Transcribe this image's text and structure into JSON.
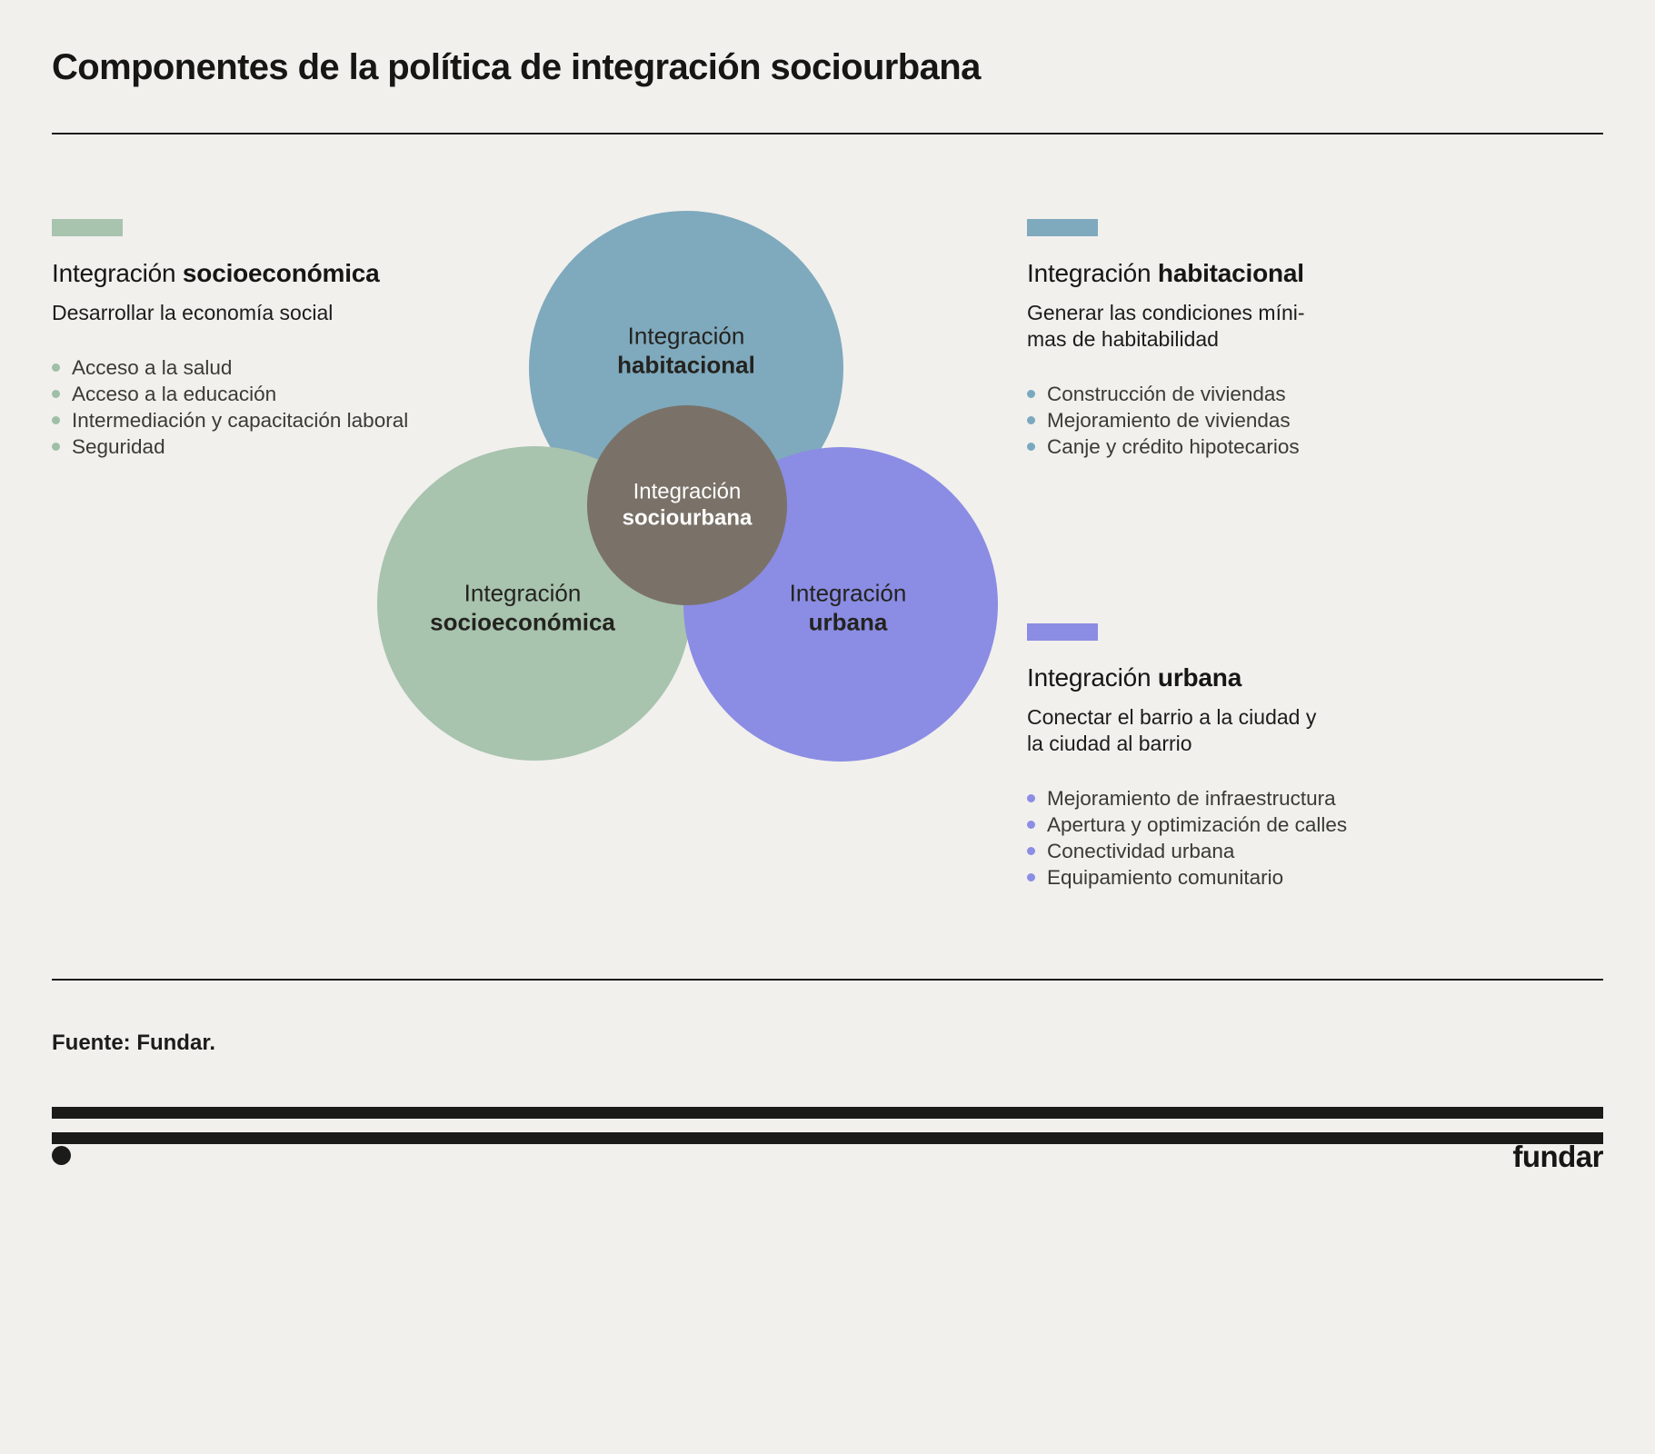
{
  "header": {
    "title": "Componentes de la política de integración sociourbana"
  },
  "venn": {
    "habitacional": {
      "line1": "Integración",
      "line2": "habitacional"
    },
    "socioeconomica": {
      "line1": "Integración",
      "line2": "socioeconómica"
    },
    "urbana": {
      "line1": "Integración",
      "line2": "urbana"
    },
    "center": {
      "line1": "Integración",
      "line2": "sociourbana"
    }
  },
  "panel_socioeconomica": {
    "title_regular": "Integración ",
    "title_bold": "socioeconómica",
    "subtitle": "Desarrollar la economía social",
    "bullets": [
      "Acceso a la salud",
      "Acceso a la educación",
      "Intermediación y capacitación laboral",
      "Seguridad"
    ]
  },
  "panel_habitacional": {
    "title_regular": "Integración ",
    "title_bold": "habitacional",
    "subtitle": "Generar las condiciones míni-\nmas de habitabilidad",
    "bullets": [
      "Construcción de viviendas",
      "Mejoramiento de viviendas",
      "Canje y crédito hipotecarios"
    ]
  },
  "panel_urbana": {
    "title_regular": "Integración ",
    "title_bold": "urbana",
    "subtitle": "Conectar el barrio a la ciudad y\nla ciudad al barrio",
    "bullets": [
      "Mejoramiento de infraestructura",
      "Apertura y optimización de calles",
      "Conectividad urbana",
      "Equipamiento comunitario"
    ]
  },
  "footer": {
    "source": "Fuente: Fundar.",
    "logo": "fundar"
  },
  "colors": {
    "background": "#f1f0ed",
    "text": "#1c1c1a",
    "green": "#a8c3ae",
    "blue": "#7fa9bd",
    "purple": "#8b8ce3",
    "taupe": "#7a7268"
  }
}
